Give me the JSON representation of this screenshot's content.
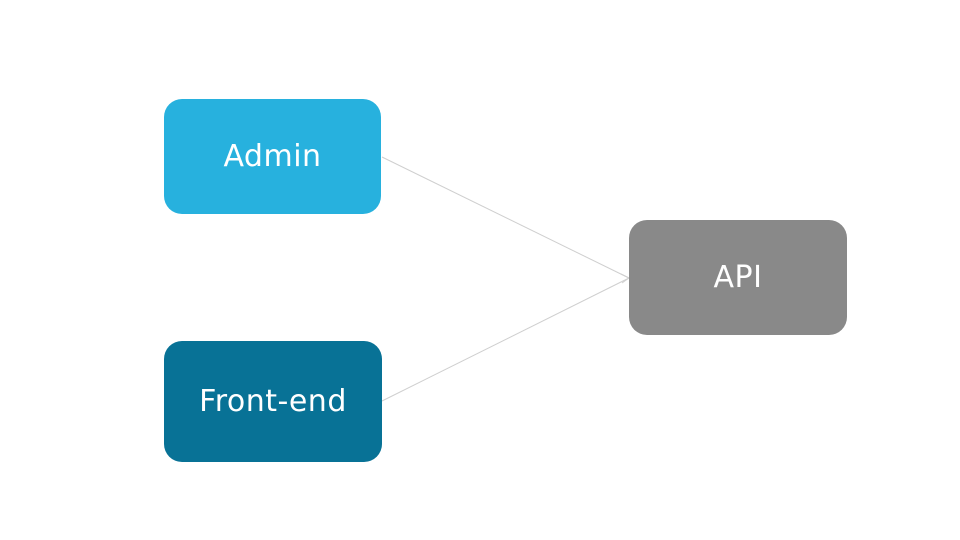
{
  "diagram": {
    "nodes": [
      {
        "id": "admin",
        "label": "Admin",
        "color": "#27b1de"
      },
      {
        "id": "frontend",
        "label": "Front-end",
        "color": "#087296"
      },
      {
        "id": "api",
        "label": "API",
        "color": "#898989"
      }
    ],
    "edges": [
      {
        "from": "admin",
        "to": "api"
      },
      {
        "from": "frontend",
        "to": "api"
      }
    ],
    "edge_color": "#cfcfcf"
  }
}
